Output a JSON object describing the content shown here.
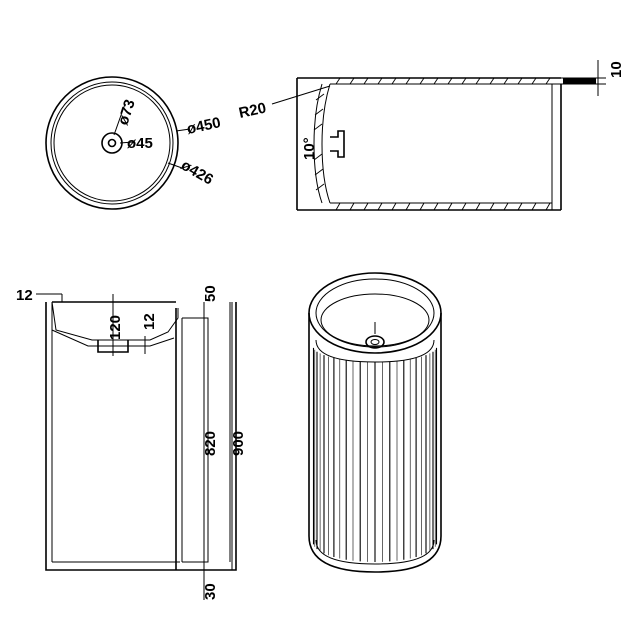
{
  "top_view": {
    "d73": "ø73",
    "d45": "ø45",
    "d450": "ø450",
    "d426": "ø426"
  },
  "section_view": {
    "r20": "R20",
    "angle": "10°",
    "ten": "10"
  },
  "side_view": {
    "twelve_left": "12",
    "one_twenty": "120",
    "twelve_mid": "12",
    "fifty": "50",
    "eight_twenty": "820",
    "nine_hundred": "900",
    "thirty": "30"
  }
}
